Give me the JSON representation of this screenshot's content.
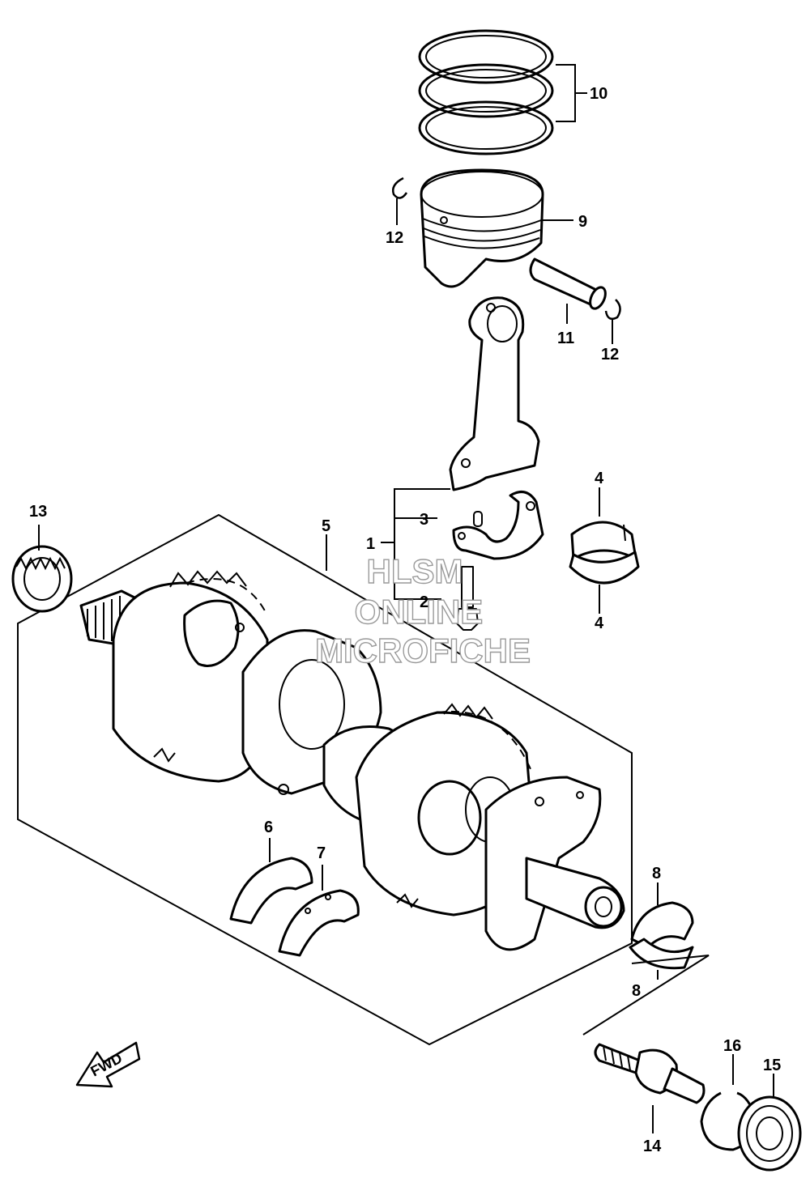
{
  "callouts": {
    "c1": "1",
    "c2": "2",
    "c3": "3",
    "c4a": "4",
    "c4b": "4",
    "c5": "5",
    "c6": "6",
    "c7": "7",
    "c8a": "8",
    "c8b": "8",
    "c9": "9",
    "c10": "10",
    "c11": "11",
    "c12a": "12",
    "c12b": "12",
    "c13": "13",
    "c14": "14",
    "c15": "15",
    "c16": "16"
  },
  "watermark": {
    "line1": "HLSM",
    "line2": "ONLINE",
    "line3": "MICROFICHE"
  },
  "fwd_label": "FWD"
}
